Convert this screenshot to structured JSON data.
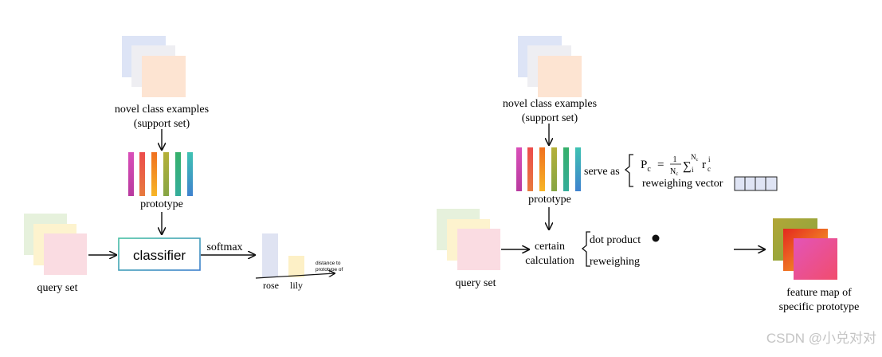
{
  "left": {
    "support_label_1": "novel class examples",
    "support_label_2": "(support set)",
    "prototype_label": "prototype",
    "query_label": "query set",
    "classifier_label": "classifier",
    "softmax_label": "softmax",
    "bar_labels": [
      "rose",
      "lily"
    ],
    "axis_note_1": "distance to",
    "axis_note_2": "prototype of"
  },
  "right": {
    "support_label_1": "novel class examples",
    "support_label_2": "(support set)",
    "prototype_label": "prototype",
    "serve_as_label": "serve as",
    "formula": {
      "lhs": "P",
      "lhs_sub": "c",
      "eq": "=",
      "frac_num": "1",
      "frac_den": "N",
      "frac_den_sub": "c",
      "sum": "∑",
      "sum_sup": "N",
      "sum_sup_sub": "c",
      "sum_sub": "i",
      "term": "r",
      "term_sup": "i",
      "term_sub": "c"
    },
    "reweighing_vector_label": "reweighing vector",
    "query_label": "query set",
    "certain_label": "certain",
    "calculation_label": "calculation",
    "dot_product_label": "dot product",
    "reweighing_label": "reweighing",
    "feature_map_label_1": "feature map of",
    "feature_map_label_2": "specific prototype"
  },
  "watermark": "CSDN @小兑对对",
  "colors": {
    "support_cards": [
      "#dde4f6",
      "#eeeef2",
      "#fde4d2"
    ],
    "query_cards": [
      "#e6f1dc",
      "#fdf3ce",
      "#fadce2"
    ],
    "prototype_bars": [
      "#d94fb9",
      "#e8524f",
      "#f09a2c",
      "#9fb03d",
      "#3bb27e",
      "#3fbcb7"
    ],
    "classifier_border": "#4fb5ac",
    "rose_bar": "#dfe3f2",
    "lily_bar": "#fdf0c6",
    "vector_cell": "#dfe4f4"
  }
}
